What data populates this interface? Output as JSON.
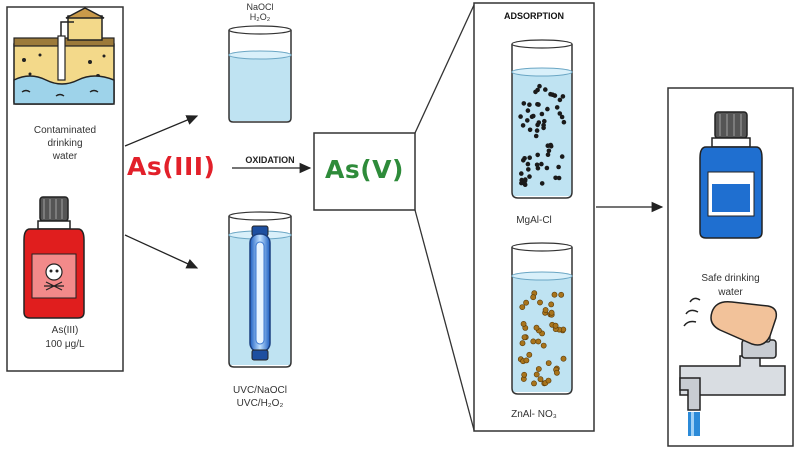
{
  "source": {
    "contaminated_label_1": "Contaminated",
    "contaminated_label_2": "drinking",
    "contaminated_label_3": "water",
    "bottle_label_1": "As(III)",
    "bottle_label_2": "100 μg/L"
  },
  "oxidants": {
    "top_label_1": "NaOCl",
    "top_label_2": "H₂O₂",
    "bottom_label_1": "UVC/NaOCl",
    "bottom_label_2": "UVC/H₂O₂"
  },
  "reaction": {
    "reactant": "As(III)",
    "arrow_label": "OXIDATION",
    "product": "As(V)"
  },
  "adsorption": {
    "title": "ADSORPTION",
    "adsorbent_1": "MgAl-Cl",
    "adsorbent_2": "ZnAl- NO₃"
  },
  "result": {
    "label_1": "Safe drinking",
    "label_2": "water"
  },
  "colors": {
    "as3": "#e2202a",
    "as5": "#2e8b3a",
    "water": "#bfe3f2",
    "bottle_red": "#e01e1e",
    "bottle_blue": "#1f6fd0",
    "adsorbent_dark": "#1a1a1a",
    "adsorbent_brown": "#a8741c"
  }
}
